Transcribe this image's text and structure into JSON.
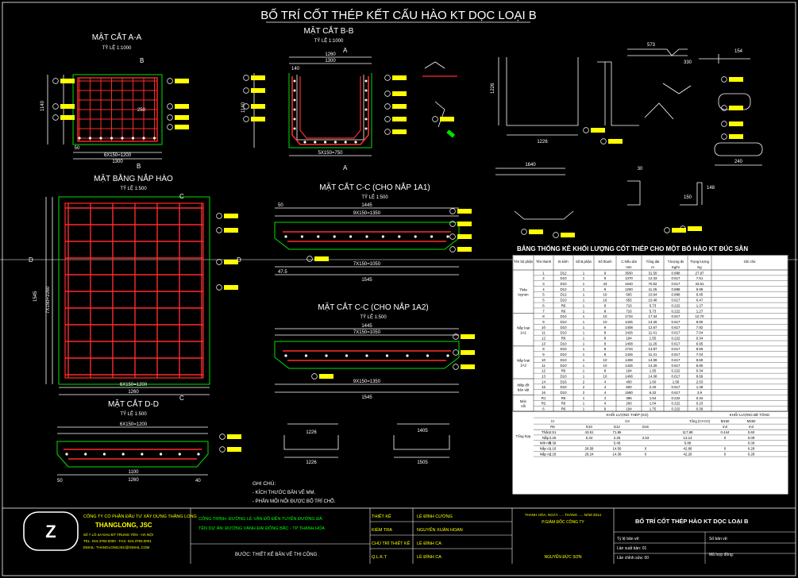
{
  "drawing": {
    "title": "BỐ TRÍ CỐT THÉP KẾT CẤU HÀO KT DỌC LOẠI B"
  },
  "sections": {
    "aa": {
      "title": "MẶT CẮT A-A",
      "scale": "TỶ LỆ 1:1000"
    },
    "bb": {
      "title": "MẶT CẮT B-B",
      "scale": "TỶ LỆ 1:1000"
    },
    "plan": {
      "title": "MẶT BẰNG NẮP HÀO",
      "scale": "TỶ LỆ 1:500"
    },
    "cc1": {
      "title": "MẶT CẮT C-C (CHO NẮP 1A1)",
      "scale": "TỶ LỆ 1:500"
    },
    "cc2": {
      "title": "MẶT CẮT C-C (CHO NẮP 1A2)",
      "scale": "TỶ LỆ 1:500"
    },
    "dd": {
      "title": "MẶT CẮT D-D",
      "scale": "TỶ LỆ 1:500"
    }
  },
  "dims": {
    "aa_w": "1300",
    "aa_h": "1140",
    "aa_bot": "6X150=1200",
    "aa_50": "50",
    "aa_250": "250",
    "bb_w": "1260",
    "bb_top": "1300",
    "bb_in": "140",
    "bb_bot": "5X150=750",
    "bb_h": "1140",
    "plan_w": "1260",
    "plan_bot": "6X150=1200",
    "plan_h": "1545",
    "plan_v": "7X150=1050",
    "cc1_top": "1445",
    "cc1_mid": "9X150=1350",
    "cc1_bot": "7X150=1050",
    "cc1_total": "1545",
    "cc2_top": "1445",
    "cc2_mid": "7X150=1050",
    "cc2_bot": "9X150=1350",
    "cc2_total": "1545",
    "dd_top": "6X150=1200",
    "dd_w": "1100",
    "dd_bot": "1260",
    "b1": "1640",
    "b2": "1226",
    "b3": "1226",
    "b4": "1405",
    "b5": "1226",
    "b6": "1505",
    "d1": "573",
    "d2": "330",
    "d3": "154",
    "d4": "240",
    "d5": "148",
    "d6": "150",
    "d7": "30"
  },
  "labels": {
    "a": "A",
    "b": "B",
    "c": "C",
    "d": "D",
    "u50": "50",
    "u47": "47.5",
    "u40": "40"
  },
  "notes": {
    "heading": "GHI CHÚ:",
    "lines": [
      "- KÍCH THƯỚC BẢN VẼ MM.",
      "- PHẦN MỐI NỐI ĐƯỢC BỐ TRÍ CHỖ."
    ]
  },
  "table": {
    "title": "BẢNG THỐNG KÊ KHỐI LƯỢNG CỐT THÉP CHO MỘT BỐ HÀO KT ĐÚC SẴN",
    "headers": [
      "Tên bộ phận",
      "Tên thanh",
      "Đ.kính",
      "Số B.phận",
      "Số thanh",
      "C.hiều dài",
      "Tổng dài",
      "T.lượng đv",
      "Trọng lượng",
      "Ghi chú"
    ],
    "units": [
      "",
      "",
      "",
      "",
      "",
      "mm",
      "m",
      "Kg/m",
      "Kg",
      ""
    ],
    "groups": [
      "Thân tuynen",
      "Nắp loại 1A1",
      "Nắp loại 1A2",
      "Mấp đỡ bản vật",
      "Móc nối"
    ],
    "rows": [
      [
        "",
        "1",
        "D12",
        "1",
        "9",
        "3500",
        "31.50",
        "0.888",
        "27.97",
        ""
      ],
      [
        "",
        "2",
        "D10",
        "1",
        "9",
        "1370",
        "12.33",
        "0.617",
        "7.61",
        ""
      ],
      [
        "",
        "3",
        "D10",
        "1",
        "43",
        "1640",
        "70.52",
        "0.617",
        "43.51",
        ""
      ],
      [
        "",
        "4",
        "D12",
        "1",
        "9",
        "1250",
        "11.25",
        "0.888",
        "9.99",
        ""
      ],
      [
        "",
        "5",
        "D12",
        "1",
        "16",
        "665",
        "10.64",
        "0.888",
        "9.45",
        ""
      ],
      [
        "",
        "5",
        "D10",
        "1",
        "16",
        "655",
        "10.48",
        "0.617",
        "6.47",
        ""
      ],
      [
        "",
        "6",
        "R6",
        "1",
        "8",
        "716",
        "5.73",
        "0.222",
        "1.27",
        ""
      ],
      [
        "",
        "7",
        "R6",
        "1",
        "8",
        "716",
        "5.73",
        "0.222",
        "1.27",
        ""
      ],
      [
        "",
        "8",
        "D10",
        "1",
        "10",
        "1734",
        "17.34",
        "0.617",
        "10.70",
        ""
      ],
      [
        "",
        "9",
        "D10",
        "1",
        "10",
        "1426",
        "14.26",
        "0.617",
        "8.80",
        ""
      ],
      [
        "",
        "10",
        "D10",
        "1",
        "9",
        "1408",
        "12.67",
        "0.617",
        "7.82",
        ""
      ],
      [
        "",
        "11",
        "D10",
        "1",
        "8",
        "1426",
        "11.41",
        "0.617",
        "7.04",
        ""
      ],
      [
        "",
        "12",
        "R6",
        "1",
        "8",
        "194",
        "1.55",
        "0.222",
        "0.34",
        ""
      ],
      [
        "",
        "13",
        "D10",
        "1",
        "8",
        "1408",
        "11.26",
        "0.617",
        "6.95",
        ""
      ],
      [
        "",
        "8",
        "D10",
        "1",
        "8",
        "1734",
        "13.87",
        "0.617",
        "8.56",
        ""
      ],
      [
        "",
        "9",
        "D10",
        "1",
        "8",
        "1426",
        "11.41",
        "0.617",
        "7.04",
        ""
      ],
      [
        "",
        "10",
        "D10",
        "1",
        "10",
        "1408",
        "14.08",
        "0.617",
        "8.69",
        ""
      ],
      [
        "",
        "11",
        "D10",
        "1",
        "10",
        "1426",
        "14.26",
        "0.617",
        "8.80",
        ""
      ],
      [
        "",
        "12",
        "R6",
        "1",
        "8",
        "194",
        "1.55",
        "0.222",
        "0.34",
        ""
      ],
      [
        "",
        "13",
        "D10",
        "1",
        "10",
        "1408",
        "14.08",
        "0.617",
        "8.69",
        ""
      ],
      [
        "",
        "14",
        "D16",
        "2",
        "4",
        "400",
        "1.60",
        "1.58",
        "2.53",
        ""
      ],
      [
        "",
        "15",
        "D10",
        "2",
        "4",
        "600",
        "2.40",
        "0.617",
        "1.48",
        ""
      ],
      [
        "",
        "16",
        "D10",
        "2",
        "4",
        "1580",
        "6.32",
        "0.617",
        "3.9",
        ""
      ],
      [
        "",
        "R1",
        "R6",
        "1",
        "4",
        "385",
        "1.54",
        "0.222",
        "0.34",
        ""
      ],
      [
        "",
        "R2",
        "R6",
        "1",
        "4",
        "260",
        "1.04",
        "0.222",
        "0.23",
        ""
      ],
      [
        "",
        "6",
        "R6",
        "1",
        "9",
        "194",
        "1.75",
        "0.222",
        "0.39",
        ""
      ]
    ],
    "summary": {
      "steel_title": "KHỐI LƯỢNG THÉP (KG)",
      "concrete_title": "KHỐI LƯỢNG BÊ TÔNG",
      "cols": [
        "CI",
        "CII",
        "Tổng (CI+CII)",
        "M150",
        "M250"
      ],
      "subcols": [
        "R6",
        "D10",
        "D12",
        "D16",
        "m3",
        "m3"
      ],
      "group_label": "Tổng hợp",
      "rows": [
        [
          "Thân",
          "2.51",
          "43.51",
          "71.86",
          "",
          "117.88",
          "0.444",
          "0.60"
        ],
        [
          "Nắp",
          "2.26",
          "5.34",
          "2.25",
          "2.53",
          "13.13",
          "0",
          "0.09"
        ],
        [
          "Mối nối",
          "0.39",
          "",
          "5.48",
          "",
          "5.88",
          "",
          "0.09"
        ],
        [
          "Nắp A1",
          "1.16",
          "28.58",
          "14.56",
          "0",
          "42.86",
          "0",
          "0.28"
        ],
        [
          "Nắp A2",
          "1.18",
          "28.24",
          "14.36",
          "0",
          "42.26",
          "0",
          "0.28"
        ]
      ]
    }
  },
  "title_block": {
    "company": [
      "CÔNG TY CỔ PHẦN ĐẦU TƯ XÂY DỰNG THĂNG LONG",
      "THANGLONG, JSC",
      "Số 7 LÔ 4A KHU ĐT TRUNG YÊN - HÀ NỘI",
      "TEL: 024.3783.0000 - FAX: 024.3783.0001",
      "EMAIL: THANGLONGJSC@GMAIL.COM"
    ],
    "project": [
      "CÔNG TRÌNH: ĐƯỜNG LÊ VĂN ĐỒ ĐẾN TUYẾN ĐƯỜNG ĐÀ",
      "TÊN DỰ ÁN: ĐƯỜNG VÀNH ĐAI ĐÔNG BẮC - TP THANH HÓA"
    ],
    "stage": "BƯỚC: THIẾT KẾ BẢN VẼ THI CÔNG",
    "roles": [
      {
        "role": "THIẾT KẾ",
        "name": "LÊ ĐÌNH CƯỜNG"
      },
      {
        "role": "KIỂM TRA",
        "name": "NGUYỄN XUÂN HOAN"
      },
      {
        "role": "CHỦ TRÌ THIẾT KẾ",
        "name": "LÊ ĐÌNH CA"
      },
      {
        "role": "Q.L.K.T",
        "name": "LÊ ĐÌNH CA"
      }
    ],
    "approval": [
      "THANH HÓA, NGÀY ..... THÁNG ..... NĂM 2014",
      "P.GIÁM ĐỐC CÔNG TY"
    ],
    "approver": "NGUYỄN ĐỨC SƠN",
    "sheet_title": "BỐ TRÍ CỐT THÉP HÀO KT DỌC LOẠI B",
    "fields": [
      "Tỷ lệ bản vẽ:",
      "Lần xuất bản: 01",
      "Lần chỉnh sửa: 00",
      "Số bản vẽ:",
      "Mã hợp đồng:"
    ]
  }
}
